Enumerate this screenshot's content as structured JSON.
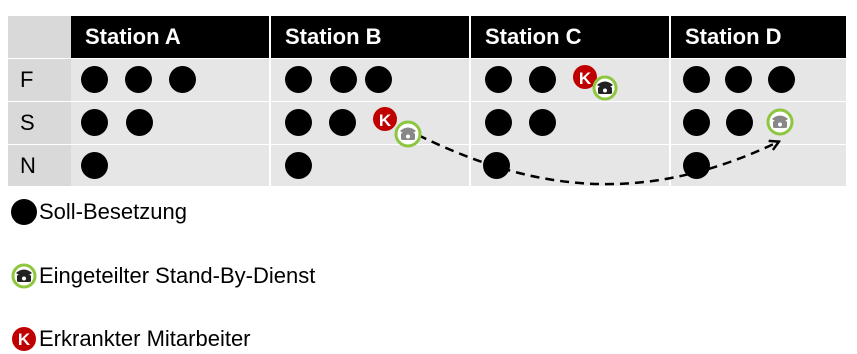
{
  "stations": [
    "Station A",
    "Station B",
    "Station C",
    "Station D"
  ],
  "shifts": [
    "F",
    "S",
    "N"
  ],
  "legend": {
    "soll": "Soll-Besetzung",
    "standby": "Eingeteilter Stand-By-Dienst",
    "sick": "Erkrankter Mitarbeiter"
  },
  "sick_letter": "K",
  "icons": {
    "standby": "telephone-icon",
    "sick": "sick-k-icon",
    "staff": "staff-dot"
  },
  "colors": {
    "header_bg": "#000000",
    "header_text": "#ffffff",
    "row_label_bg": "#d9d9d9",
    "cell_bg": "#e6e6e6",
    "staff_dot": "#000000",
    "sick_bg": "#c00000",
    "standby_ring": "#8dc63f",
    "arrow": "#000000"
  }
}
